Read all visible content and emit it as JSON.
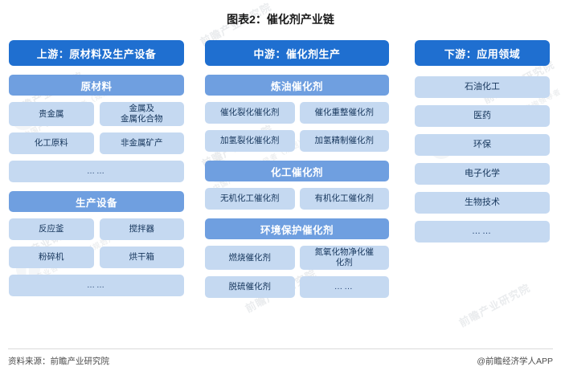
{
  "title": "图表2：催化剂产业链",
  "colors": {
    "header_blue": "#1f6fd0",
    "section_blue": "#6f9fe0",
    "cell_blue": "#c5d9f1",
    "cell_text": "#16365c"
  },
  "columns": {
    "upstream": {
      "header": "上游：原材料及生产设备",
      "sections": [
        {
          "header": "原材料",
          "rows": [
            [
              "贵金属",
              "金属及\n金属化合物"
            ],
            [
              "化工原料",
              "非金属矿产"
            ],
            [
              "……"
            ]
          ]
        },
        {
          "header": "生产设备",
          "rows": [
            [
              "反应釜",
              "搅拌器"
            ],
            [
              "粉碎机",
              "烘干箱"
            ],
            [
              "……"
            ]
          ]
        }
      ]
    },
    "midstream": {
      "header": "中游：催化剂生产",
      "sections": [
        {
          "header": "炼油催化剂",
          "rows": [
            [
              "催化裂化催化剂",
              "催化重整催化剂"
            ],
            [
              "加氢裂化催化剂",
              "加氢精制催化剂"
            ]
          ]
        },
        {
          "header": "化工催化剂",
          "rows": [
            [
              "无机化工催化剂",
              "有机化工催化剂"
            ]
          ]
        },
        {
          "header": "环境保护催化剂",
          "rows": [
            [
              "燃烧催化剂",
              "氮氧化物净化催\n化剂"
            ],
            [
              "脱硫催化剂",
              "……"
            ]
          ]
        }
      ]
    },
    "downstream": {
      "header": "下游：应用领域",
      "items": [
        "石油化工",
        "医药",
        "环保",
        "电子化学",
        "生物技术",
        "……"
      ]
    }
  },
  "footer": {
    "source": "资料来源：前瞻产业研究院",
    "attribution": "@前瞻经济学人APP"
  },
  "watermark": {
    "text": "前瞻产业研究院",
    "subtext": "中国产业咨询领导者（规划）"
  }
}
